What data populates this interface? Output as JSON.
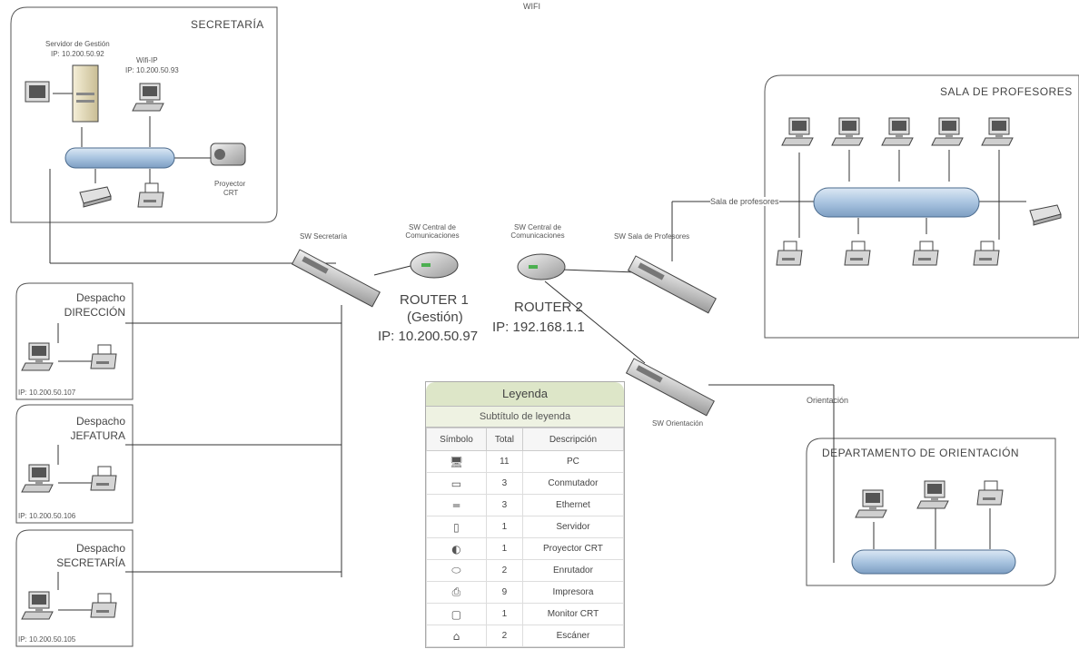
{
  "top_label": "WIFI",
  "rooms": {
    "secretaria": {
      "title": "SECRETARÍA",
      "server_label_1": "Servidor de Gestión",
      "server_label_2": "IP: 10.200.50.92",
      "pc_label_1": "Wifi-IP",
      "pc_label_2": "IP: 10.200.50.93",
      "projector_label_1": "Proyector",
      "projector_label_2": "CRT"
    },
    "sala_profesores": {
      "title": "SALA DE PROFESORES",
      "link_label": "Sala de profesores"
    },
    "orientacion": {
      "title": "DEPARTAMENTO DE ORIENTACIÓN",
      "link_label": "Orientación"
    },
    "despacho_direccion": {
      "line1": "Despacho",
      "line2": "DIRECCIÓN",
      "ip": "IP: 10.200.50.107"
    },
    "despacho_jefatura": {
      "line1": "Despacho",
      "line2": "JEFATURA",
      "ip": "IP: 10.200.50.106"
    },
    "despacho_secretaria": {
      "line1": "Despacho",
      "line2": "SECRETARÍA",
      "ip": "IP: 10.200.50.105"
    }
  },
  "switches": {
    "sw_secretaria": "SW Secretaría",
    "router1_caption": "SW Central de Comunicaciones",
    "router2_caption": "SW Central de Comunicaciones",
    "sw_sala": "SW Sala de Profesores",
    "sw_orientacion": "SW Orientación"
  },
  "routers": {
    "router1": {
      "name": "ROUTER 1",
      "sub": "(Gestión)",
      "ip": "IP: 10.200.50.97"
    },
    "router2": {
      "name": "ROUTER 2",
      "ip": "IP: 192.168.1.1"
    }
  },
  "legend": {
    "title": "Leyenda",
    "subtitle": "Subtítulo de leyenda",
    "headers": [
      "Símbolo",
      "Total",
      "Descripción"
    ],
    "rows": [
      {
        "icon": "pc-icon",
        "total": "11",
        "desc": "PC"
      },
      {
        "icon": "switch-icon",
        "total": "3",
        "desc": "Conmutador"
      },
      {
        "icon": "ethernet-icon",
        "total": "3",
        "desc": "Ethernet"
      },
      {
        "icon": "server-icon",
        "total": "1",
        "desc": "Servidor"
      },
      {
        "icon": "projector-icon",
        "total": "1",
        "desc": "Proyector CRT"
      },
      {
        "icon": "router-icon",
        "total": "2",
        "desc": "Enrutador"
      },
      {
        "icon": "printer-icon",
        "total": "9",
        "desc": "Impresora"
      },
      {
        "icon": "monitor-icon",
        "total": "1",
        "desc": "Monitor CRT"
      },
      {
        "icon": "scanner-icon",
        "total": "2",
        "desc": "Escáner"
      }
    ]
  },
  "colors": {
    "bus_fill": "#a9c4e0",
    "bus_stroke": "#4a6a8c",
    "device_fill": "#d9d9d9",
    "device_stroke": "#444444",
    "line": "#333333"
  }
}
